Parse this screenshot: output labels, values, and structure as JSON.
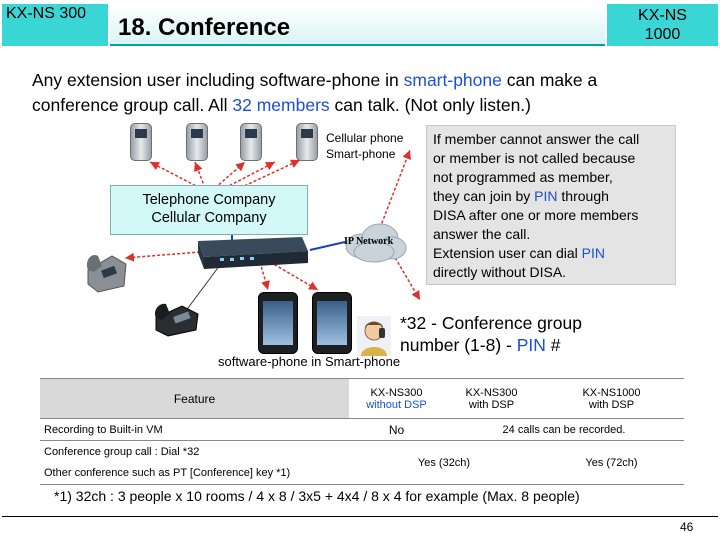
{
  "header": {
    "left_label": "KX-NS  300",
    "title": "18. Conference",
    "right_line1": "KX-NS",
    "right_line2": "1000"
  },
  "intro": {
    "p1": "Any extension user including software-phone in ",
    "p1_blue": "smart-phone",
    "p1_end": " can make a",
    "p2": "conference group call. All ",
    "p2_blue": "32 members",
    "p2_mid": " can talk. (Not only listen.)"
  },
  "diagram": {
    "cellular_label_1": "Cellular phone",
    "cellular_label_2": "Smart-phone",
    "telco_line1": "Telephone Company",
    "telco_line2": "Cellular Company",
    "ip_network": "IP Network",
    "software_phone_label": "software-phone in Smart-phone"
  },
  "info_box": {
    "l1": "If member cannot answer the call",
    "l2": "or member is not called because",
    "l3": "not programmed as member,",
    "l4a": "they can join by ",
    "l4b": "PIN",
    "l4c": " through",
    "l5": "DISA after one or more members",
    "l6": "answer the call.",
    "l7": "Extension user can dial ",
    "l7b": "PIN",
    "l8": "directly without DISA."
  },
  "conference_code": {
    "line1": "*32 - Conference group",
    "line2a": "number (1-8)  - ",
    "line2b": "PIN",
    "line2c": " #"
  },
  "table": {
    "header": {
      "feature": "Feature",
      "ns300_no_dsp_1": "KX-NS300",
      "ns300_no_dsp_2": "without DSP",
      "ns300_dsp_1": "KX-NS300",
      "ns300_dsp_2": "with DSP",
      "ns1000_1": "KX-NS1000",
      "ns1000_2": "with DSP"
    },
    "row1": {
      "feature": "Recording to Built-in VM",
      "ns300_no_dsp": "No",
      "merged": "24 calls can be recorded."
    },
    "row2": {
      "feature": "Conference group call : Dial *32",
      "ns300": "Yes (32ch)",
      "ns1000": "Yes (72ch)"
    },
    "row3": {
      "feature": "Other conference such as PT [Conference] key *1)"
    }
  },
  "footnote": "*1) 32ch : 3 people x 10 rooms / 4 x 8 / 3x5 + 4x4 / 8 x 4 for example (Max. 8 people)",
  "page_number": "46",
  "colors": {
    "header_cyan": "#3ad6d6",
    "blue_text": "#1a4fd6",
    "info_bg": "#e4e4e4",
    "telco_bg": "#d2f8f8",
    "arrow_red": "#e0302a"
  }
}
